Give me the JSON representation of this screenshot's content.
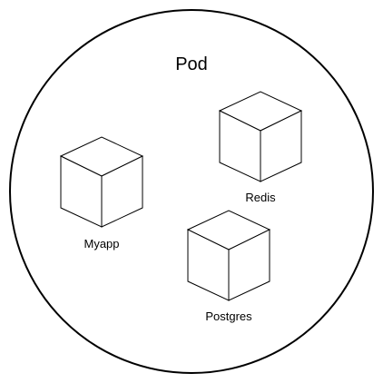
{
  "diagram": {
    "pod": {
      "title": "Pod"
    },
    "containers": [
      {
        "label": "Myapp",
        "icon": "cube-icon"
      },
      {
        "label": "Redis",
        "icon": "cube-icon"
      },
      {
        "label": "Postgres",
        "icon": "cube-icon"
      }
    ]
  },
  "colors": {
    "stroke": "#000000",
    "fill": "#ffffff"
  }
}
